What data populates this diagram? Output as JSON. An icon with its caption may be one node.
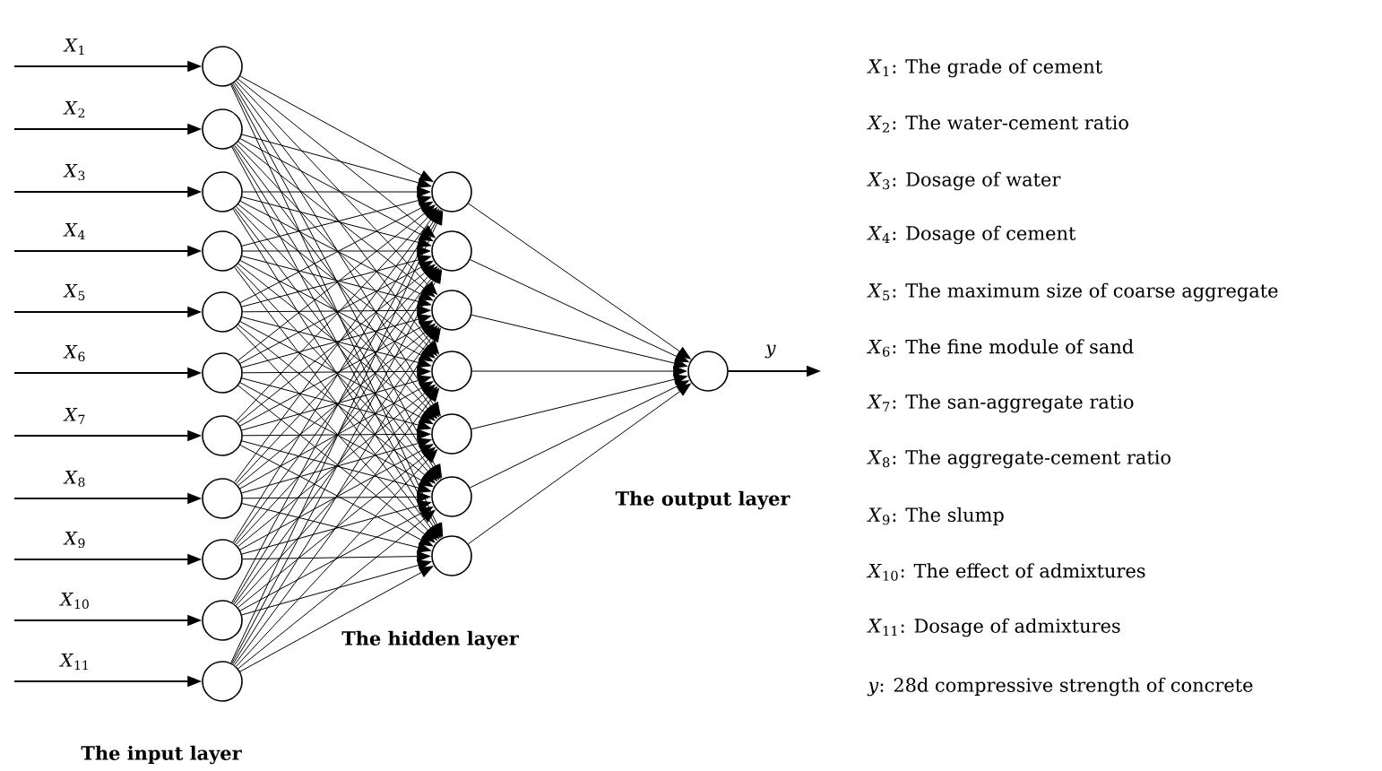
{
  "diagram": {
    "nodes": [
      {
        "text": [],
        "shape": "circle"
      },
      {
        "text": [],
        "shape": "circle"
      },
      {
        "text": [],
        "shape": "circle"
      },
      {
        "text": [],
        "shape": "circle"
      },
      {
        "text": [],
        "shape": "circle"
      },
      {
        "text": [],
        "shape": "circle"
      },
      {
        "text": [],
        "shape": "circle"
      },
      {
        "text": [],
        "shape": "circle"
      },
      {
        "text": [],
        "shape": "circle"
      },
      {
        "text": [],
        "shape": "circle"
      },
      {
        "text": [],
        "shape": "circle"
      },
      {
        "text": [],
        "shape": "circle"
      },
      {
        "text": [],
        "shape": "circle"
      },
      {
        "text": [],
        "shape": "circle"
      },
      {
        "text": [],
        "shape": "circle"
      },
      {
        "text": [],
        "shape": "circle"
      },
      {
        "text": [],
        "shape": "circle"
      },
      {
        "text": [],
        "shape": "circle"
      },
      {
        "text": [],
        "shape": "circle"
      }
    ],
    "edges": [
      {
        "from": null,
        "to": 0,
        "arrow": "to",
        "label": "*X*$_{1}$"
      },
      {
        "from": null,
        "to": 1,
        "arrow": "to",
        "label": "*X*$_{2}$"
      },
      {
        "from": null,
        "to": 2,
        "arrow": "to",
        "label": "*X*$_{3}$"
      },
      {
        "from": null,
        "to": 3,
        "arrow": "to",
        "label": "*X*$_{4}$"
      },
      {
        "from": null,
        "to": 4,
        "arrow": "to",
        "label": "*X*$_{5}$"
      },
      {
        "from": null,
        "to": 5,
        "arrow": "to",
        "label": "*X*$_{6}$"
      },
      {
        "from": null,
        "to": 6,
        "arrow": "to",
        "label": "*X*$_{7}$"
      },
      {
        "from": null,
        "to": 7,
        "arrow": "to",
        "label": "*X*$_{8}$"
      },
      {
        "from": null,
        "to": 8,
        "arrow": "to",
        "label": "*X*$_{9}$"
      },
      {
        "from": null,
        "to": 9,
        "arrow": "to",
        "label": "*X*$_{10}$"
      },
      {
        "from": null,
        "to": 10,
        "arrow": "to",
        "label": "*X*$_{11}$"
      },
      {
        "from": 0,
        "to": 11,
        "arrow": "to"
      },
      {
        "from": 0,
        "to": 12,
        "arrow": "to"
      },
      {
        "from": 0,
        "to": 13,
        "arrow": "to"
      },
      {
        "from": 0,
        "to": 14,
        "arrow": "to"
      },
      {
        "from": 0,
        "to": 15,
        "arrow": "to"
      },
      {
        "from": 0,
        "to": 16,
        "arrow": "to"
      },
      {
        "from": 0,
        "to": 17,
        "arrow": "to"
      },
      {
        "from": 1,
        "to": 11,
        "arrow": "to"
      },
      {
        "from": 1,
        "to": 12,
        "arrow": "to"
      },
      {
        "from": 1,
        "to": 13,
        "arrow": "to"
      },
      {
        "from": 1,
        "to": 14,
        "arrow": "to"
      },
      {
        "from": 1,
        "to": 15,
        "arrow": "to"
      },
      {
        "from": 1,
        "to": 16,
        "arrow": "to"
      },
      {
        "from": 1,
        "to": 17,
        "arrow": "to"
      },
      {
        "from": 2,
        "to": 11,
        "arrow": "to"
      },
      {
        "from": 2,
        "to": 12,
        "arrow": "to"
      },
      {
        "from": 2,
        "to": 13,
        "arrow": "to"
      },
      {
        "from": 2,
        "to": 14,
        "arrow": "to"
      },
      {
        "from": 2,
        "to": 15,
        "arrow": "to"
      },
      {
        "from": 2,
        "to": 16,
        "arrow": "to"
      },
      {
        "from": 2,
        "to": 17,
        "arrow": "to"
      },
      {
        "from": 3,
        "to": 11,
        "arrow": "to"
      },
      {
        "from": 3,
        "to": 12,
        "arrow": "to"
      },
      {
        "from": 3,
        "to": 13,
        "arrow": "to"
      },
      {
        "from": 3,
        "to": 14,
        "arrow": "to"
      },
      {
        "from": 3,
        "to": 15,
        "arrow": "to"
      },
      {
        "from": 3,
        "to": 16,
        "arrow": "to"
      },
      {
        "from": 3,
        "to": 17,
        "arrow": "to"
      },
      {
        "from": 4,
        "to": 11,
        "arrow": "to"
      },
      {
        "from": 4,
        "to": 12,
        "arrow": "to"
      },
      {
        "from": 4,
        "to": 13,
        "arrow": "to"
      },
      {
        "from": 4,
        "to": 14,
        "arrow": "to"
      },
      {
        "from": 4,
        "to": 15,
        "arrow": "to"
      },
      {
        "from": 4,
        "to": 16,
        "arrow": "to"
      },
      {
        "from": 4,
        "to": 17,
        "arrow": "to"
      },
      {
        "from": 5,
        "to": 11,
        "arrow": "to"
      },
      {
        "from": 5,
        "to": 12,
        "arrow": "to"
      },
      {
        "from": 5,
        "to": 13,
        "arrow": "to"
      },
      {
        "from": 5,
        "to": 14,
        "arrow": "to"
      },
      {
        "from": 5,
        "to": 15,
        "arrow": "to"
      },
      {
        "from": 5,
        "to": 16,
        "arrow": "to"
      },
      {
        "from": 5,
        "to": 17,
        "arrow": "to"
      },
      {
        "from": 6,
        "to": 11,
        "arrow": "to"
      },
      {
        "from": 6,
        "to": 12,
        "arrow": "to"
      },
      {
        "from": 6,
        "to": 13,
        "arrow": "to"
      },
      {
        "from": 6,
        "to": 14,
        "arrow": "to"
      },
      {
        "from": 6,
        "to": 15,
        "arrow": "to"
      },
      {
        "from": 6,
        "to": 16,
        "arrow": "to"
      },
      {
        "from": 6,
        "to": 17,
        "arrow": "to"
      },
      {
        "from": 7,
        "to": 11,
        "arrow": "to"
      },
      {
        "from": 7,
        "to": 12,
        "arrow": "to"
      },
      {
        "from": 7,
        "to": 13,
        "arrow": "to"
      },
      {
        "from": 7,
        "to": 14,
        "arrow": "to"
      },
      {
        "from": 7,
        "to": 15,
        "arrow": "to"
      },
      {
        "from": 7,
        "to": 16,
        "arrow": "to"
      },
      {
        "from": 7,
        "to": 17,
        "arrow": "to"
      },
      {
        "from": 8,
        "to": 11,
        "arrow": "to"
      },
      {
        "from": 8,
        "to": 12,
        "arrow": "to"
      },
      {
        "from": 8,
        "to": 13,
        "arrow": "to"
      },
      {
        "from": 8,
        "to": 14,
        "arrow": "to"
      },
      {
        "from": 8,
        "to": 15,
        "arrow": "to"
      },
      {
        "from": 8,
        "to": 16,
        "arrow": "to"
      },
      {
        "from": 8,
        "to": 17,
        "arrow": "to"
      },
      {
        "from": 9,
        "to": 11,
        "arrow": "to"
      },
      {
        "from": 9,
        "to": 12,
        "arrow": "to"
      },
      {
        "from": 9,
        "to": 13,
        "arrow": "to"
      },
      {
        "from": 9,
        "to": 14,
        "arrow": "to"
      },
      {
        "from": 9,
        "to": 15,
        "arrow": "to"
      },
      {
        "from": 9,
        "to": 16,
        "arrow": "to"
      },
      {
        "from": 9,
        "to": 17,
        "arrow": "to"
      },
      {
        "from": 10,
        "to": 11,
        "arrow": "to"
      },
      {
        "from": 10,
        "to": 12,
        "arrow": "to"
      },
      {
        "from": 10,
        "to": 13,
        "arrow": "to"
      },
      {
        "from": 10,
        "to": 14,
        "arrow": "to"
      },
      {
        "from": 10,
        "to": 15,
        "arrow": "to"
      },
      {
        "from": 10,
        "to": 16,
        "arrow": "to"
      },
      {
        "from": 10,
        "to": 17,
        "arrow": "to"
      },
      {
        "from": 11,
        "to": 18,
        "arrow": "to"
      },
      {
        "from": 12,
        "to": 18,
        "arrow": "to"
      },
      {
        "from": 13,
        "to": 18,
        "arrow": "to"
      },
      {
        "from": 14,
        "to": 18,
        "arrow": "to"
      },
      {
        "from": 15,
        "to": 18,
        "arrow": "to"
      },
      {
        "from": 16,
        "to": 18,
        "arrow": "to"
      },
      {
        "from": 17,
        "to": 18,
        "arrow": "to"
      },
      {
        "from": 18,
        "to": null,
        "arrow": "to",
        "label": "*y*"
      }
    ],
    "labels": [
      "*X*$_{1}$: The grade of cement",
      "*X*$_{2}$: The water-cement ratio",
      "*X*$_{3}$: Dosage of water",
      "*X*$_{4}$: Dosage of cement",
      "*X*$_{5}$: The maximum size of coarse aggregate",
      "*X*$_{6}$: The fine module of sand",
      "*X*$_{7}$: The san-aggregate ratio",
      "*X*$_{8}$: The aggregate-cement ratio",
      "*X*$_{9}$: The slump",
      "*X*$_{10}$: The effect of admixtures",
      "*X*$_{11}$: Dosage of admixtures",
      "*y*: 28d compressive strength of concrete",
      "The output layer",
      "The hidden layer",
      "The input layer"
    ]
  }
}
